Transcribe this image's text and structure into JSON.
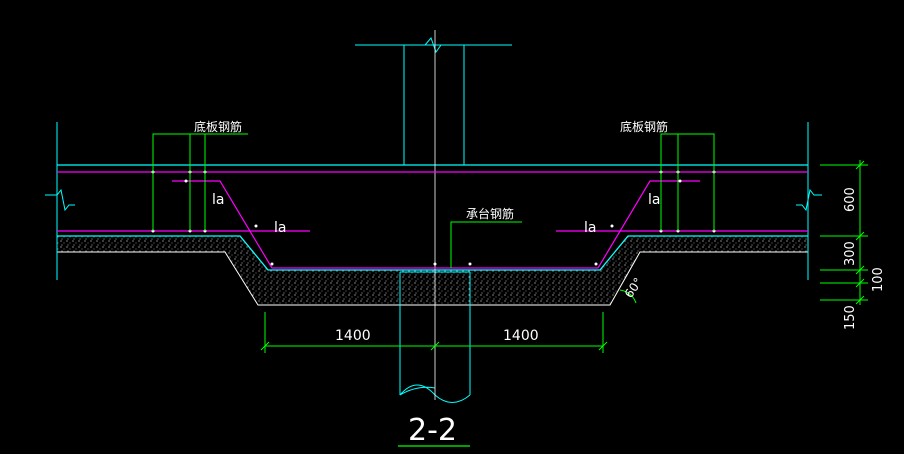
{
  "drawing": {
    "section_title": "2-2",
    "labels": {
      "bottom_slab_rebar_left": "底板钢筋",
      "bottom_slab_rebar_right": "底板钢筋",
      "pile_cap_rebar": "承台钢筋",
      "la_left_upper": "la",
      "la_left_lower": "la",
      "la_right_upper": "la",
      "la_right_lower": "la"
    },
    "dimensions": {
      "left_width": "1400",
      "right_width": "1400",
      "slab_thickness": "600",
      "cap_depth": "300",
      "bedding": "100",
      "cushion": "150",
      "angle": "60°"
    },
    "colors": {
      "background": "#000000",
      "structure": "#00ffff",
      "rebar": "#ff00ff",
      "dimension": "#00ff00",
      "text": "#ffffff",
      "leader": "#00ff00"
    }
  }
}
